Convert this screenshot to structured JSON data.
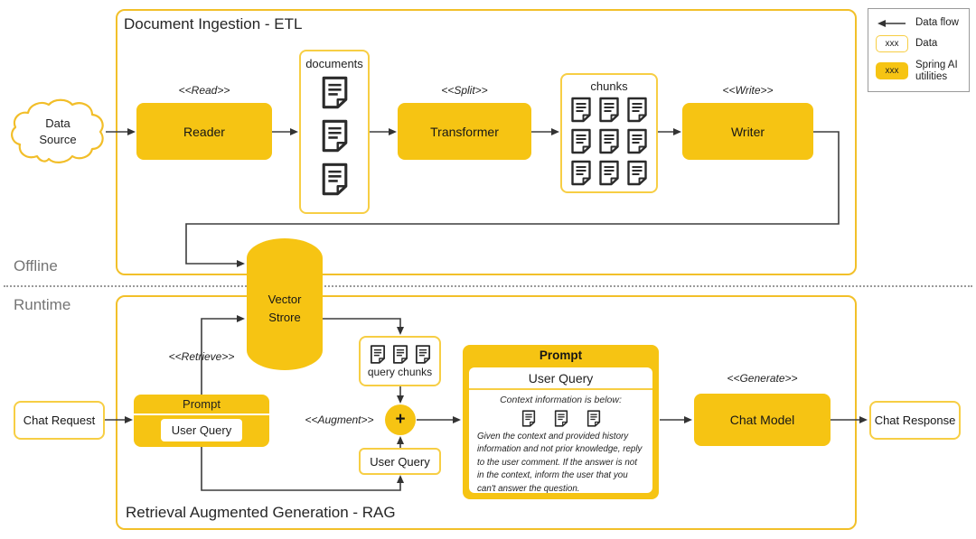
{
  "legend": {
    "data_flow_label": "Data flow",
    "data_sample": "xxx",
    "data_label": "Data",
    "utilities_sample": "xxx",
    "utilities_label": "Spring AI utilities"
  },
  "sections": {
    "offline": "Offline",
    "runtime": "Runtime"
  },
  "etl": {
    "title": "Document Ingestion - ETL",
    "data_source": "Data\nSource",
    "read_label": "<<Read>>",
    "reader": "Reader",
    "documents_label": "documents",
    "split_label": "<<Split>>",
    "transformer": "Transformer",
    "chunks_label": "chunks",
    "write_label": "<<Write>>",
    "writer": "Writer"
  },
  "vector_store": "Vector\nStrore",
  "rag": {
    "title": "Retrieval Augmented Generation - RAG",
    "chat_request": "Chat Request",
    "retrieve_label": "<<Retrieve>>",
    "prompt_small": {
      "title": "Prompt",
      "user_query": "User Query"
    },
    "query_chunks_label": "query chunks",
    "augment_label": "<<Augment>>",
    "plus": "+",
    "user_query_box": "User Query",
    "prompt_large": {
      "title": "Prompt",
      "user_query": "User Query",
      "context_heading": "Context information is below:",
      "instructions": "Given the context and provided history information and not prior knowledge, reply to the user comment. If the answer is not in the context, inform the user that you can't answer the question."
    },
    "generate_label": "<<Generate>>",
    "chat_model": "Chat Model",
    "chat_response": "Chat Response"
  },
  "colors": {
    "accent": "#F6C413",
    "border_light": "#F7CE44",
    "border_strong": "#F2C029",
    "line": "#3d3d3d"
  },
  "icons": {
    "document": "document-icon",
    "cloud": "cloud-icon",
    "database": "database-cylinder-icon",
    "arrow": "arrow-icon"
  }
}
